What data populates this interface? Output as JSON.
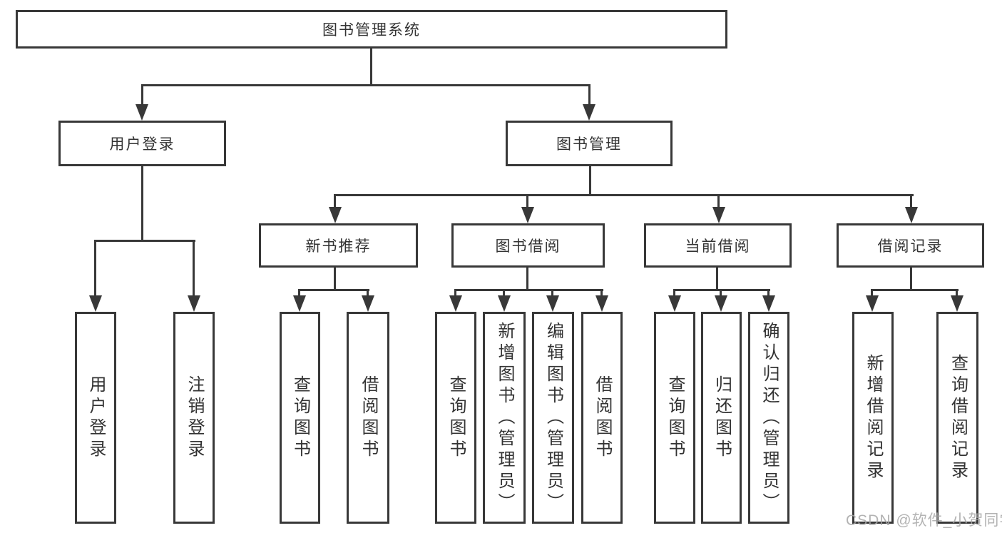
{
  "diagram": {
    "root": {
      "label": "图书管理系统"
    },
    "level2": [
      {
        "label": "用户登录"
      },
      {
        "label": "图书管理"
      }
    ],
    "level3": [
      {
        "label": "新书推荐"
      },
      {
        "label": "图书借阅"
      },
      {
        "label": "当前借阅"
      },
      {
        "label": "借阅记录"
      }
    ],
    "leaves": {
      "login": [
        "用户登录",
        "注销登录"
      ],
      "recommend": [
        "查询图书",
        "借阅图书"
      ],
      "borrow": [
        "查询图书",
        "新增图书（管理员）",
        "编辑图书（管理员）",
        "借阅图书"
      ],
      "current": [
        "查询图书",
        "归还图书",
        "确认归还（管理员）"
      ],
      "records": [
        "新增借阅记录",
        "查询借阅记录"
      ]
    },
    "colors": {
      "line": "#383838",
      "text": "#333333",
      "background": "#ffffff",
      "watermark": "#a6a6a6"
    },
    "watermark": "CSDN @软件_小贺同学"
  }
}
